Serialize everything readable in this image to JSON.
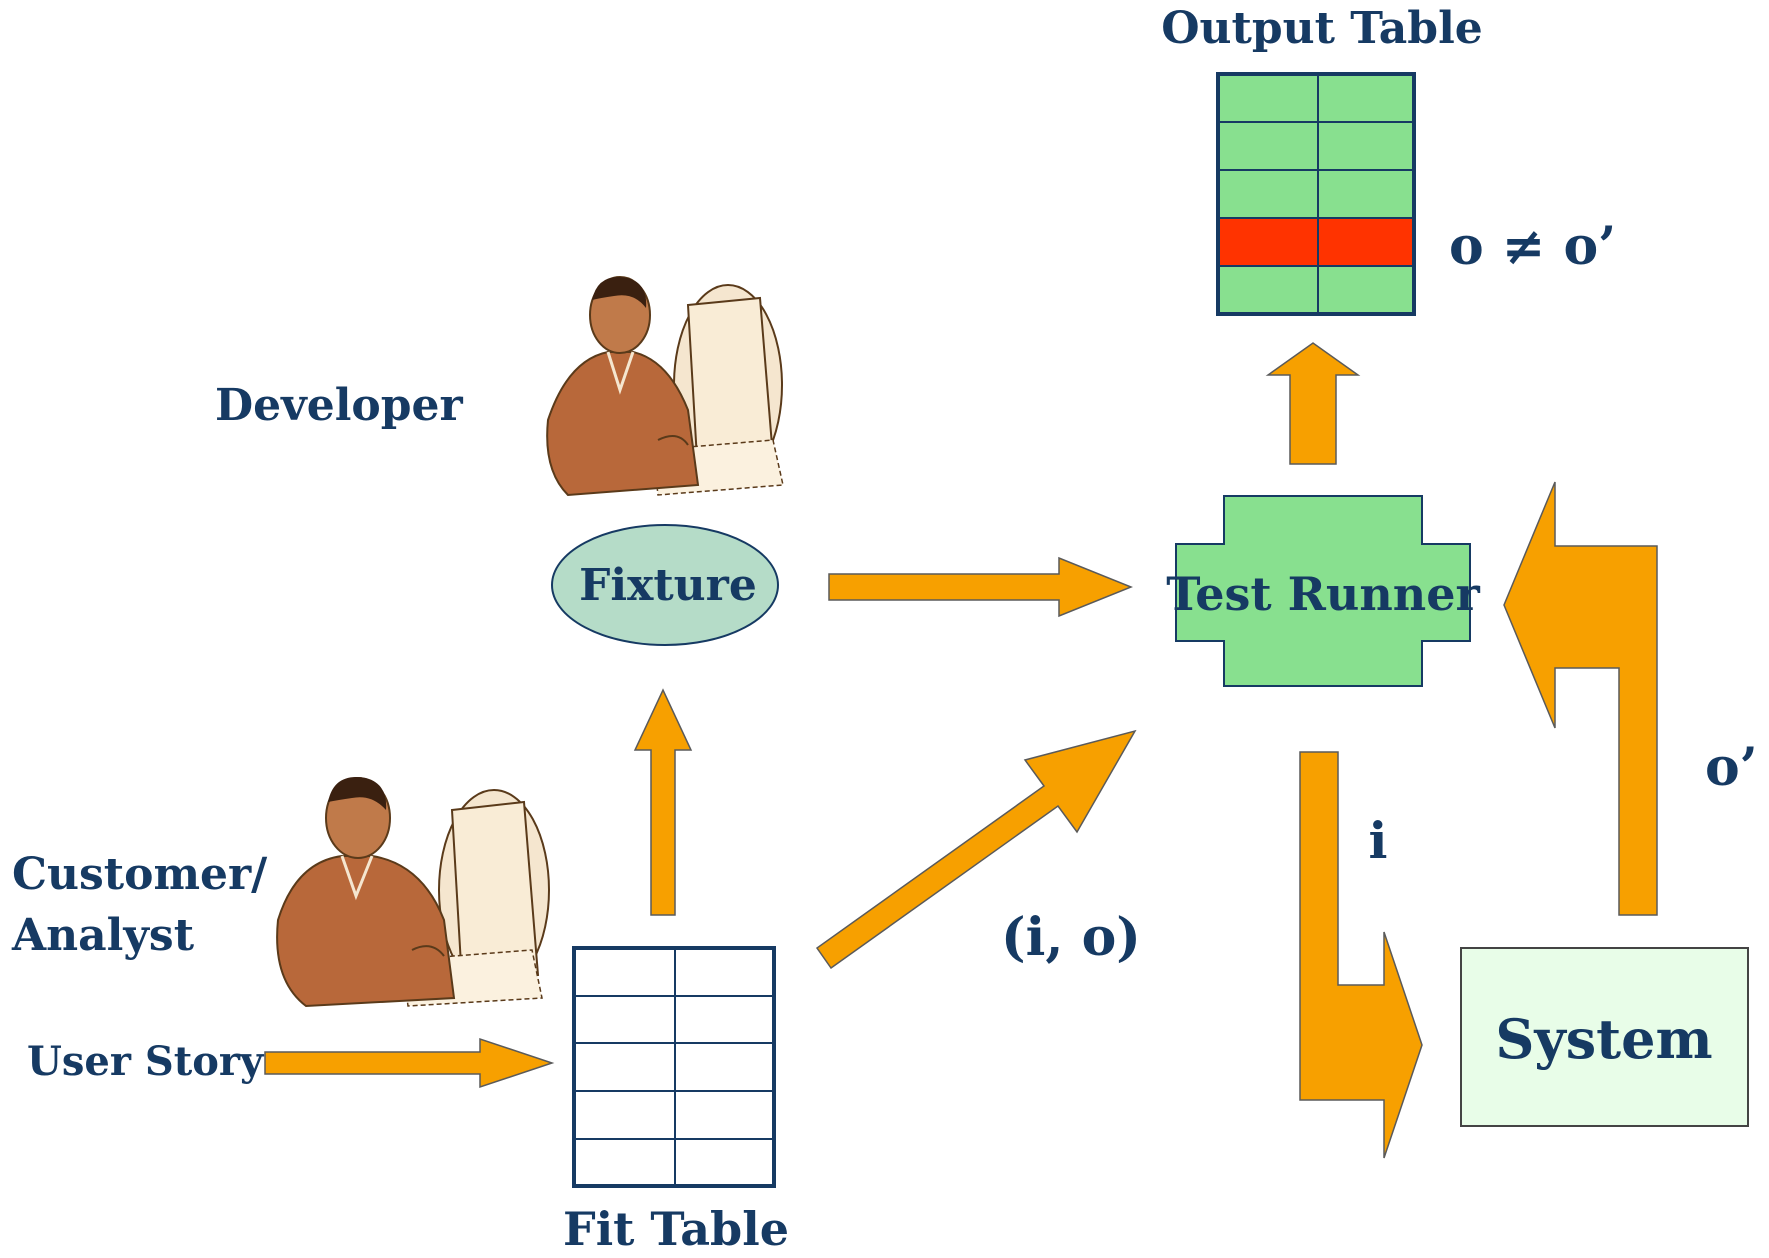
{
  "labels": {
    "output_table": "Output Table",
    "not_equal": "o ≠ o’",
    "developer": "Developer",
    "fixture": "Fixture",
    "test_runner": "Test Runner",
    "o_prime": "o’",
    "i": "i",
    "customer_line1": "Customer/",
    "customer_line2": "Analyst",
    "io": "(i, o)",
    "system": "System",
    "user_story": "User Story",
    "fit_table": "Fit Table"
  },
  "icons": {
    "developer": "person-at-computer-icon",
    "customer": "person-at-computer-icon"
  },
  "colors": {
    "text": "#163a63",
    "arrow": "#f7a000",
    "green": "#88e08f",
    "red_row": "#ff3300",
    "fixture_fill": "#b5dcc8",
    "system_fill": "#e8fde8",
    "skin": "#b8683a"
  },
  "output_table": {
    "rows": 5,
    "cols": 2,
    "highlight_row": 4
  },
  "fit_table": {
    "rows": 5,
    "cols": 2
  }
}
